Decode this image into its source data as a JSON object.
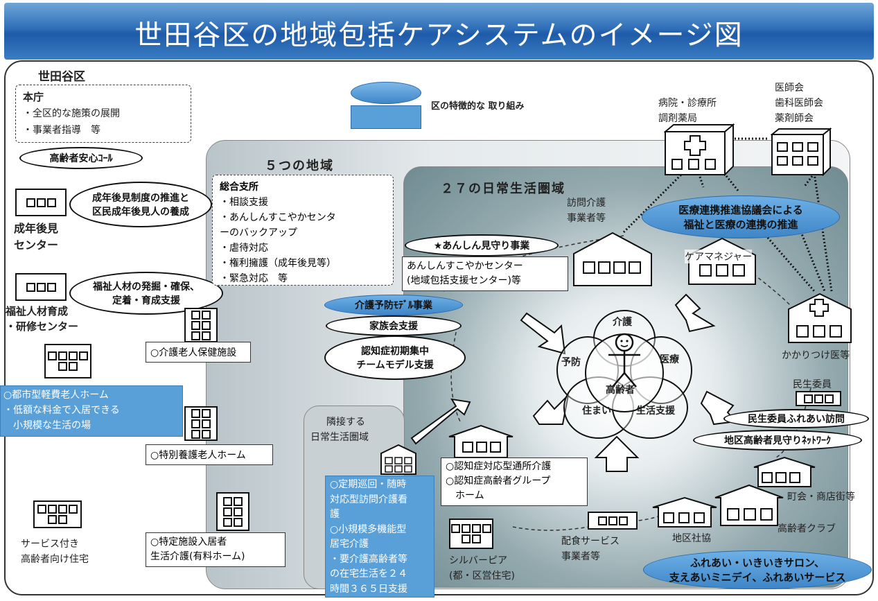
{
  "title": "世田谷区の地域包括ケアシステムのイメージ図",
  "legend": {
    "label": "区の特徴的な 取り組み"
  },
  "ward": {
    "label": "世田谷区",
    "honcho": {
      "title": "本庁",
      "items": [
        "・全区的な施策の展開",
        "・事業者指導　等"
      ]
    }
  },
  "left_ovals": {
    "anshin_call": "高齢者安心ｺｰﾙ",
    "guardian": [
      "成年後見制度の推進と",
      "区民成年後見人の養成"
    ],
    "welfare_hr": [
      "福祉人材の発掘・確保、",
      "定着・育成支援"
    ]
  },
  "centers": {
    "guardian_center": [
      "成年後見",
      "センター"
    ],
    "welfare_center": [
      "福祉人材育成",
      "・研修センター"
    ]
  },
  "facilities": {
    "light_home": [
      "○都市型軽費老人ホーム",
      "・低額な料金で入居できる",
      "　小規模な生活の場"
    ],
    "roken": "○介護老人保健施設",
    "tokuyou": "○特別養護老人ホーム",
    "tokutei": [
      "○特定施設入居者",
      "生活介護(有料ホーム)"
    ],
    "sakoju": [
      "サービス付き",
      "高齢者向け住宅"
    ]
  },
  "five_regions": {
    "label": "５つの地域",
    "branch_title": "総合支所",
    "branch_items": [
      "・相談支援",
      "・あんしんすこやかセンタ",
      "ーのバックアップ",
      "・虐待対応",
      "・権利擁護（成年後見等）",
      "・緊急対応　等"
    ]
  },
  "region27": {
    "label": "２７の日常生活圏域",
    "mimamori": "★あんしん見守り事業",
    "anshin_center": [
      "あんしんすこやかセンター",
      "(地域包括支援センター)等"
    ],
    "kaigo_yobo": "介護予防ﾓﾃﾞﾙ事業",
    "kazoku": "家族会支援",
    "ninchi": [
      "認知症初期集中",
      "チームモデル支援"
    ],
    "homon_kaigo": [
      "訪問介護",
      "事業者等"
    ],
    "care_manager": "ケアマネジャー",
    "iryo_renkei": [
      "医療連携推進協議会による",
      "福祉と医療の連携の推進"
    ],
    "kakaritsuke": "かかりつけ医等",
    "minsei": "民生委員",
    "minsei_fureai": "民生委員ふれあい訪問",
    "chiku_network": "地区高齢者見守りﾈｯﾄﾜｰｸ",
    "ninchi_service": [
      "○認知症対応型通所介護",
      "○認知症高齢者グループ",
      "　ホーム"
    ],
    "chokai": "町会・商店街等",
    "elder_club": "高齢者クラブ",
    "chiku_shakyo": "地区社協",
    "haishoku": [
      "配食サービス",
      "事業者等"
    ],
    "silver": [
      "シルバーピア",
      "(都・区営住宅)"
    ],
    "salon": [
      "ふれあい・いきいきサロン、",
      "支えあいミニデイ、ふれあいサービス"
    ]
  },
  "neighbor": {
    "label": [
      "隣接する",
      "日常生活圏域"
    ],
    "teiki": [
      "○定期巡回・随時",
      "対応型訪問介護看",
      "護",
      "○小規模多機能型",
      "居宅介護",
      "・要介護高齢者等",
      "の在宅生活を２４",
      "時間３６５日支援"
    ]
  },
  "medical": {
    "hospital": [
      "病院・診療所",
      "調剤薬局"
    ],
    "associations": [
      "医師会",
      "歯科医師会",
      "薬剤師会"
    ]
  },
  "center": {
    "kaigo": "介護",
    "yobo": "予防",
    "iryo": "医療",
    "sumai": "住まい",
    "seikatsu": "生活支援",
    "koureisha": "高齢者"
  },
  "colors": {
    "title_blue": "#2f6fb8",
    "accent_blue": "#5aa0d8"
  }
}
